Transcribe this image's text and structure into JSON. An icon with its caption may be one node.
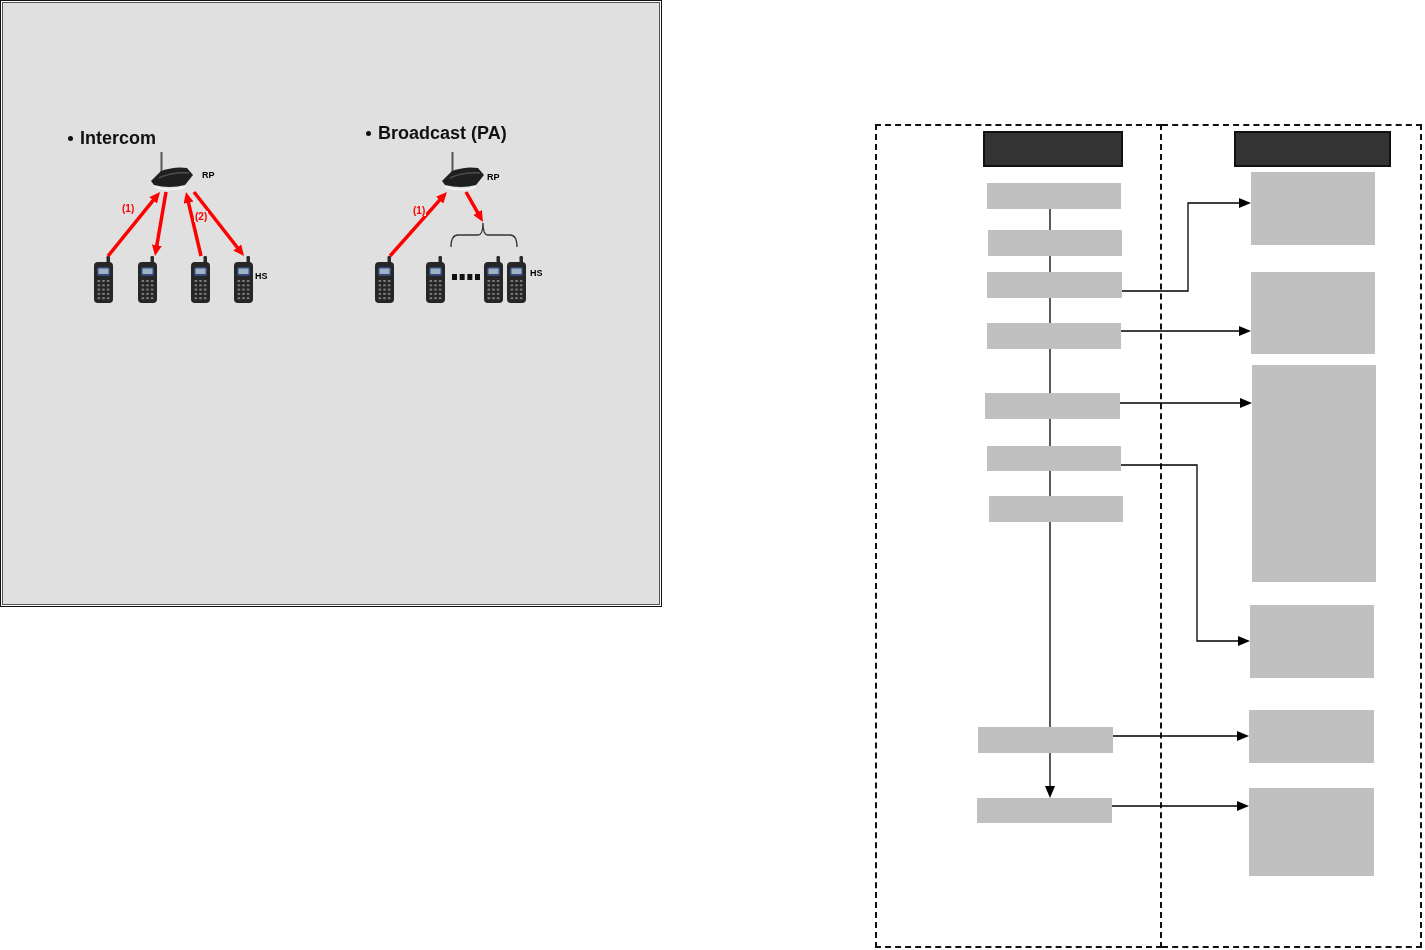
{
  "diagram": {
    "nodes": [
      {
        "text": [
          "Intercom",
          "Broadcast (PA)"
        ]
      },
      {
        "text": [],
        "shape": "picture",
        "beside": [
          "RP"
        ],
        "in": 0
      },
      {
        "text": [],
        "shape": "picture",
        "in": 0
      },
      {
        "text": [],
        "shape": "picture",
        "in": 0
      },
      {
        "text": [],
        "shape": "picture",
        "in": 0
      },
      {
        "text": [],
        "shape": "picture",
        "beside": [
          "HS"
        ],
        "in": 0
      },
      {
        "text": [],
        "shape": "picture",
        "beside": [
          "RP"
        ],
        "in": 0
      },
      {
        "text": [],
        "shape": "brace",
        "in": 0
      },
      {
        "text": [],
        "shape": "picture",
        "in": 0
      },
      {
        "text": [],
        "shape": "picture",
        "in": 0
      },
      {
        "text": [],
        "shape": "picture",
        "in": 0
      },
      {
        "text": [],
        "shape": "picture",
        "beside": [
          "HS"
        ],
        "in": 0
      },
      {
        "text": [],
        "shape": "box"
      },
      {
        "text": [],
        "shape": "box",
        "in": 12
      },
      {
        "text": [],
        "shape": "box",
        "in": 12
      },
      {
        "text": [],
        "shape": "box",
        "in": 12
      },
      {
        "text": [],
        "shape": "box",
        "in": 12
      },
      {
        "text": [],
        "shape": "box",
        "in": 12
      },
      {
        "text": [],
        "shape": "box",
        "in": 12
      },
      {
        "text": [],
        "shape": "box",
        "in": 12
      },
      {
        "text": [],
        "shape": "box",
        "in": 12
      },
      {
        "text": [],
        "shape": "box",
        "in": 12
      },
      {
        "text": [],
        "shape": "box",
        "in": 12
      },
      {
        "text": [],
        "shape": "box"
      },
      {
        "text": [],
        "shape": "box",
        "in": 23
      },
      {
        "text": [],
        "shape": "box",
        "in": 23
      },
      {
        "text": [],
        "shape": "box",
        "in": 23
      },
      {
        "text": [],
        "shape": "box",
        "in": 23
      },
      {
        "text": [],
        "shape": "box",
        "in": 23
      },
      {
        "text": [],
        "shape": "box",
        "in": 23
      },
      {
        "text": [],
        "shape": "box",
        "in": 23
      }
    ],
    "edges": [
      {
        "from": 2,
        "to": 1,
        "arrow": "to",
        "label": "(1)",
        "style": "thick",
        "color": "#ff0000"
      },
      {
        "from": 1,
        "to": 3,
        "arrow": "to",
        "style": "thick",
        "color": "#ff0000"
      },
      {
        "from": 4,
        "to": 1,
        "arrow": "to",
        "label": "(2)",
        "style": "thick",
        "color": "#ff0000"
      },
      {
        "from": 1,
        "to": 5,
        "arrow": "to",
        "style": "thick",
        "color": "#ff0000"
      },
      {
        "from": 8,
        "to": 6,
        "arrow": "to",
        "label": "(1)",
        "style": "thick",
        "color": "#ff0000"
      },
      {
        "from": 6,
        "to": 7,
        "arrow": "to",
        "style": "thick",
        "color": "#ff0000"
      },
      {
        "from": 14,
        "to": 15,
        "arrow": "none"
      },
      {
        "from": 15,
        "to": 16,
        "arrow": "none"
      },
      {
        "from": 16,
        "to": 17,
        "arrow": "none"
      },
      {
        "from": 17,
        "to": 18,
        "arrow": "none"
      },
      {
        "from": 18,
        "to": 19,
        "arrow": "none"
      },
      {
        "from": 19,
        "to": 20,
        "arrow": "none"
      },
      {
        "from": 20,
        "to": 21,
        "arrow": "none"
      },
      {
        "from": 21,
        "to": 22,
        "arrow": "to"
      },
      {
        "from": 16,
        "to": 25,
        "arrow": "to"
      },
      {
        "from": 17,
        "to": 26,
        "arrow": "to"
      },
      {
        "from": 18,
        "to": 27,
        "arrow": "to"
      },
      {
        "from": 19,
        "to": 28,
        "arrow": "to"
      },
      {
        "from": 21,
        "to": 29,
        "arrow": "to"
      },
      {
        "from": 22,
        "to": 30,
        "arrow": "to"
      }
    ]
  }
}
